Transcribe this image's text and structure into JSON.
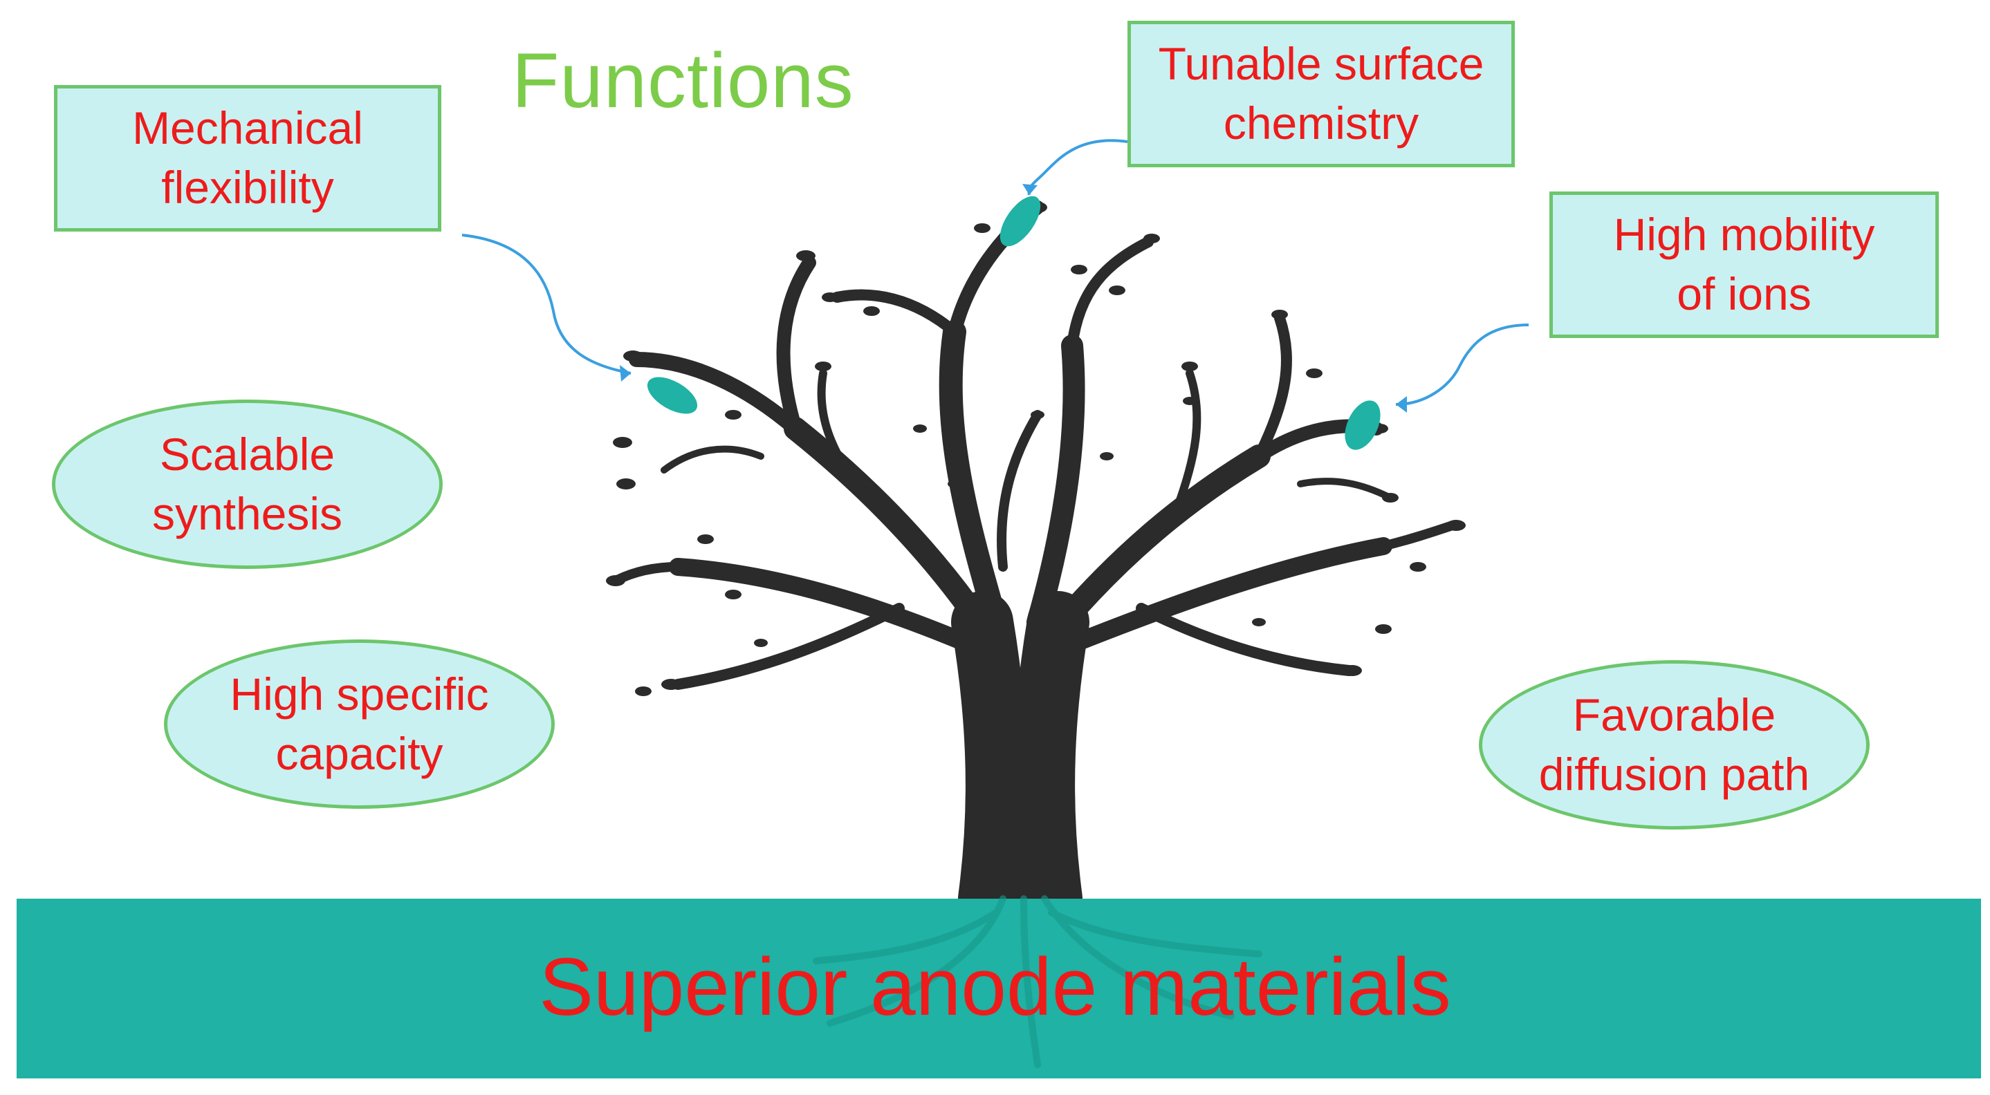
{
  "title": "Functions",
  "ground_label": "Superior anode materials",
  "boxes": {
    "mechanical": "Mechanical\nflexibility",
    "tunable": "Tunable surface\nchemistry",
    "mobility": "High mobility\nof ions"
  },
  "ellipses": {
    "scalable": "Scalable\nsynthesis",
    "capacity": "High specific\ncapacity",
    "diffusion": "Favorable\ndiffusion path"
  },
  "colors": {
    "label_text": "#ee1b1b",
    "title_text": "#7ccc4a",
    "shape_fill": "#c9f1f2",
    "shape_border": "#6cc66c",
    "ground": "#1fb2a5",
    "tree": "#2b2b2b",
    "leaf": "#1fb2a5",
    "arrow": "#3a9fe0"
  }
}
